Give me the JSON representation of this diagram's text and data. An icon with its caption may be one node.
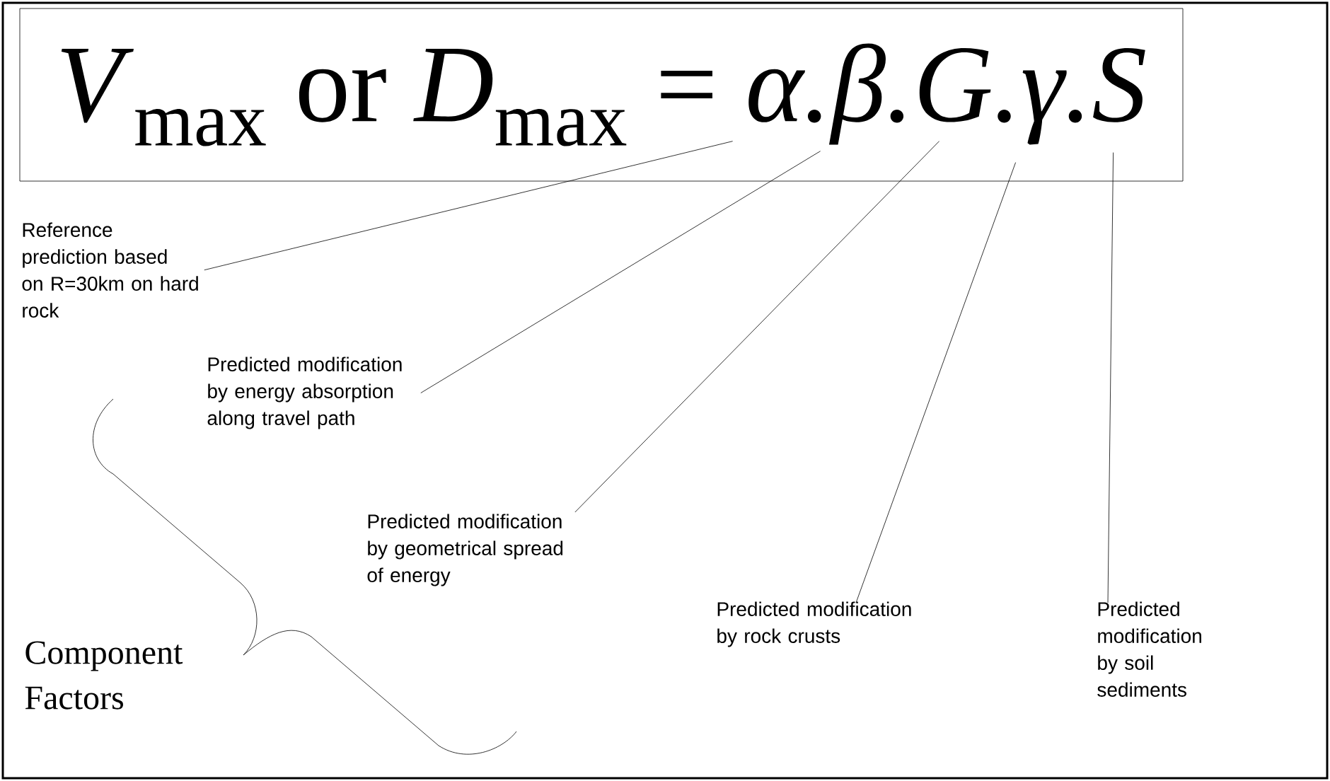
{
  "diagram": {
    "nodes": [
      {
        "text": [
          "*V*$_{max}$ or *D*$_{max}$ = *α.β.G.γ.S*"
        ]
      },
      {
        "text": [
          "Reference prediction based on  R=30km on hard rock"
        ]
      },
      {
        "text": [
          "Predicted modification by energy absorption along travel path"
        ]
      },
      {
        "text": [
          "Predicted modification by geometrical spread of energy"
        ]
      },
      {
        "text": [
          "Predicted modification by rock crusts"
        ]
      },
      {
        "text": [
          "Predicted modification by soil sediments"
        ]
      }
    ],
    "edges": [
      {
        "from": 1,
        "to": 0,
        "arrow": "none"
      },
      {
        "from": 2,
        "to": 0,
        "arrow": "none"
      },
      {
        "from": 3,
        "to": 0,
        "arrow": "none"
      },
      {
        "from": 4,
        "to": 0,
        "arrow": "none"
      },
      {
        "from": 5,
        "to": 0,
        "arrow": "none"
      }
    ],
    "labels": [
      "Component Factors"
    ]
  }
}
